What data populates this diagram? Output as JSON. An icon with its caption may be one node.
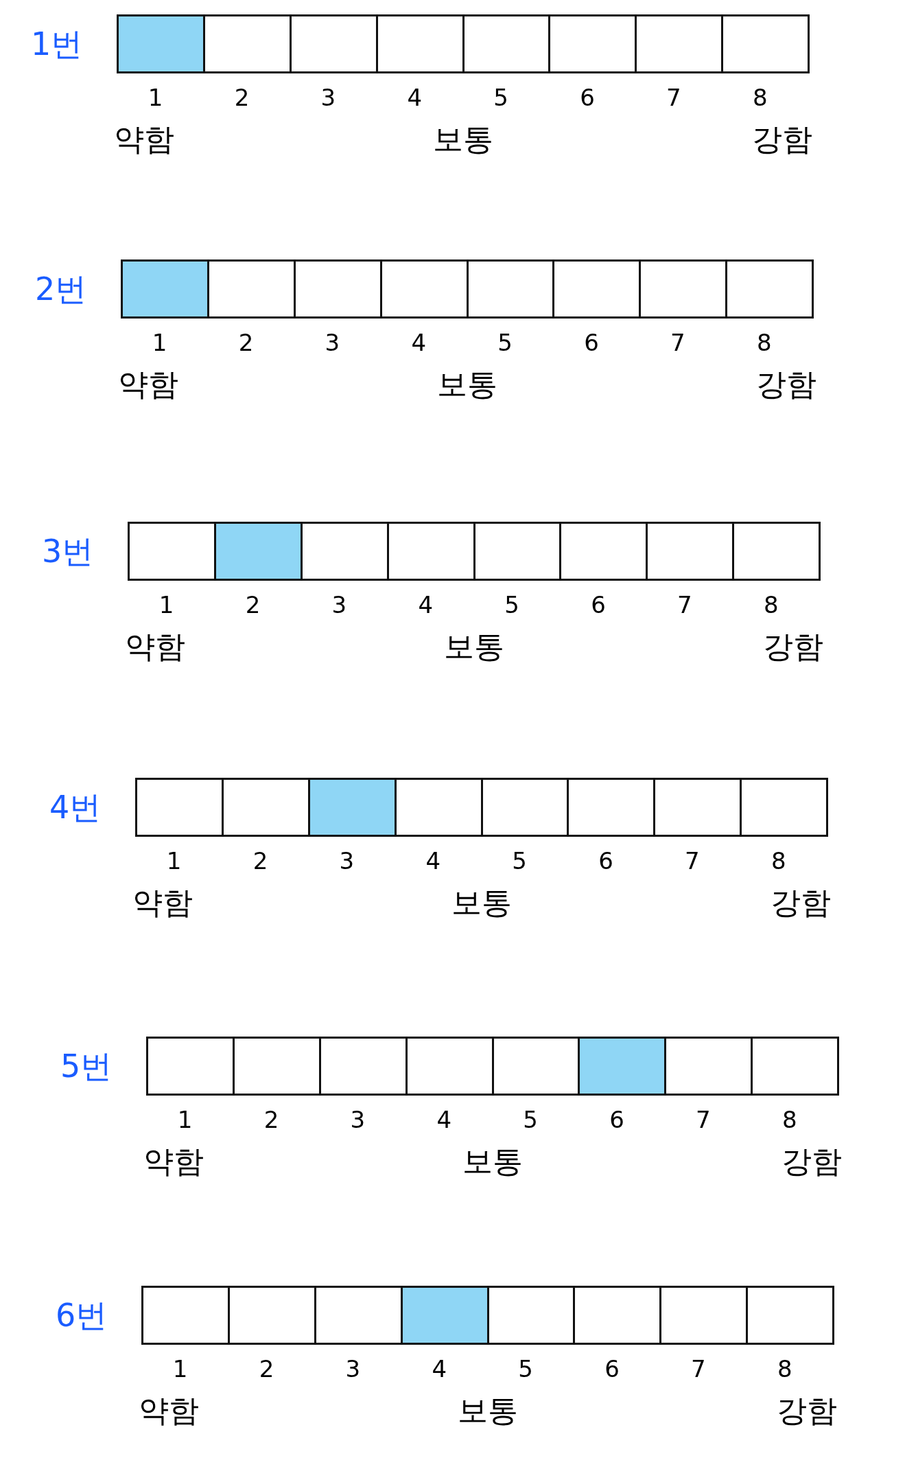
{
  "diagram": {
    "nodes": [
      {
        "text": [
          "1번"
        ],
        "beside": [
          "약함",
          "보통",
          "강함"
        ]
      },
      {
        "text": [],
        "shape": "box",
        "in": 0,
        "beside": [
          "1"
        ]
      },
      {
        "text": [],
        "shape": "box",
        "in": 1
      },
      {
        "text": [],
        "shape": "box",
        "in": 0,
        "beside": [
          "2"
        ]
      },
      {
        "text": [],
        "shape": "box",
        "in": 0,
        "beside": [
          "3"
        ]
      },
      {
        "text": [],
        "shape": "box",
        "in": 0,
        "beside": [
          "4"
        ]
      },
      {
        "text": [],
        "shape": "box",
        "in": 0,
        "beside": [
          "5"
        ]
      },
      {
        "text": [],
        "shape": "box",
        "in": 0,
        "beside": [
          "6"
        ]
      },
      {
        "text": [],
        "shape": "box",
        "in": 0,
        "beside": [
          "7"
        ]
      },
      {
        "text": [],
        "shape": "box",
        "in": 0,
        "beside": [
          "8"
        ]
      },
      {
        "text": [
          "2번"
        ],
        "beside": [
          "약함",
          "보통",
          "강함"
        ]
      },
      {
        "text": [],
        "shape": "box",
        "in": 10,
        "beside": [
          "1"
        ]
      },
      {
        "text": [],
        "shape": "box",
        "in": 11
      },
      {
        "text": [],
        "shape": "box",
        "in": 10,
        "beside": [
          "2"
        ]
      },
      {
        "text": [],
        "shape": "box",
        "in": 10,
        "beside": [
          "3"
        ]
      },
      {
        "text": [],
        "shape": "box",
        "in": 10,
        "beside": [
          "4"
        ]
      },
      {
        "text": [],
        "shape": "box",
        "in": 10,
        "beside": [
          "5"
        ]
      },
      {
        "text": [],
        "shape": "box",
        "in": 10,
        "beside": [
          "6"
        ]
      },
      {
        "text": [],
        "shape": "box",
        "in": 10,
        "beside": [
          "7"
        ]
      },
      {
        "text": [],
        "shape": "box",
        "in": 10,
        "beside": [
          "8"
        ]
      },
      {
        "text": [
          "3번"
        ],
        "beside": [
          "약함",
          "보통",
          "강함"
        ]
      },
      {
        "text": [],
        "shape": "box",
        "in": 20,
        "beside": [
          "1"
        ]
      },
      {
        "text": [],
        "shape": "box",
        "in": 20,
        "beside": [
          "2"
        ]
      },
      {
        "text": [],
        "shape": "box",
        "in": 22
      },
      {
        "text": [],
        "shape": "box",
        "in": 20,
        "beside": [
          "3"
        ]
      },
      {
        "text": [],
        "shape": "box",
        "in": 20,
        "beside": [
          "4"
        ]
      },
      {
        "text": [],
        "shape": "box",
        "in": 20,
        "beside": [
          "5"
        ]
      },
      {
        "text": [],
        "shape": "box",
        "in": 20,
        "beside": [
          "6"
        ]
      },
      {
        "text": [],
        "shape": "box",
        "in": 20,
        "beside": [
          "7"
        ]
      },
      {
        "text": [],
        "shape": "box",
        "in": 20,
        "beside": [
          "8"
        ]
      },
      {
        "text": [
          "4번"
        ],
        "beside": [
          "약함",
          "보통",
          "강함"
        ]
      },
      {
        "text": [],
        "shape": "box",
        "in": 30,
        "beside": [
          "1"
        ]
      },
      {
        "text": [],
        "shape": "box",
        "in": 30,
        "beside": [
          "2"
        ]
      },
      {
        "text": [],
        "shape": "box",
        "in": 30,
        "beside": [
          "3"
        ]
      },
      {
        "text": [],
        "shape": "box",
        "in": 33
      },
      {
        "text": [],
        "shape": "box",
        "in": 30,
        "beside": [
          "4"
        ]
      },
      {
        "text": [],
        "shape": "box",
        "in": 30,
        "beside": [
          "5"
        ]
      },
      {
        "text": [],
        "shape": "box",
        "in": 30,
        "beside": [
          "6"
        ]
      },
      {
        "text": [],
        "shape": "box",
        "in": 30,
        "beside": [
          "7"
        ]
      },
      {
        "text": [],
        "shape": "box",
        "in": 30,
        "beside": [
          "8"
        ]
      },
      {
        "text": [
          "5번"
        ],
        "beside": [
          "약함",
          "보통",
          "강함"
        ]
      },
      {
        "text": [],
        "shape": "box",
        "in": 40,
        "beside": [
          "1"
        ]
      },
      {
        "text": [],
        "shape": "box",
        "in": 40,
        "beside": [
          "2"
        ]
      },
      {
        "text": [],
        "shape": "box",
        "in": 40,
        "beside": [
          "3"
        ]
      },
      {
        "text": [],
        "shape": "box",
        "in": 40,
        "beside": [
          "4"
        ]
      },
      {
        "text": [],
        "shape": "box",
        "in": 40,
        "beside": [
          "5"
        ]
      },
      {
        "text": [],
        "shape": "box",
        "in": 40,
        "beside": [
          "6"
        ]
      },
      {
        "text": [],
        "shape": "box",
        "in": 46
      },
      {
        "text": [],
        "shape": "box",
        "in": 40,
        "beside": [
          "7"
        ]
      },
      {
        "text": [],
        "shape": "box",
        "in": 40,
        "beside": [
          "8"
        ]
      },
      {
        "text": [
          "6번"
        ],
        "beside": [
          "약함",
          "보통",
          "강함"
        ]
      },
      {
        "text": [],
        "shape": "box",
        "in": 50,
        "beside": [
          "1"
        ]
      },
      {
        "text": [],
        "shape": "box",
        "in": 50,
        "beside": [
          "2"
        ]
      },
      {
        "text": [],
        "shape": "box",
        "in": 50,
        "beside": [
          "3"
        ]
      },
      {
        "text": [],
        "shape": "box",
        "in": 50,
        "beside": [
          "4"
        ]
      },
      {
        "text": [],
        "shape": "box",
        "in": 54
      },
      {
        "text": [],
        "shape": "box",
        "in": 50,
        "beside": [
          "5"
        ]
      },
      {
        "text": [],
        "shape": "box",
        "in": 50,
        "beside": [
          "6"
        ]
      },
      {
        "text": [],
        "shape": "box",
        "in": 50,
        "beside": [
          "7"
        ]
      },
      {
        "text": [],
        "shape": "box",
        "in": 50,
        "beside": [
          "8"
        ]
      }
    ]
  }
}
